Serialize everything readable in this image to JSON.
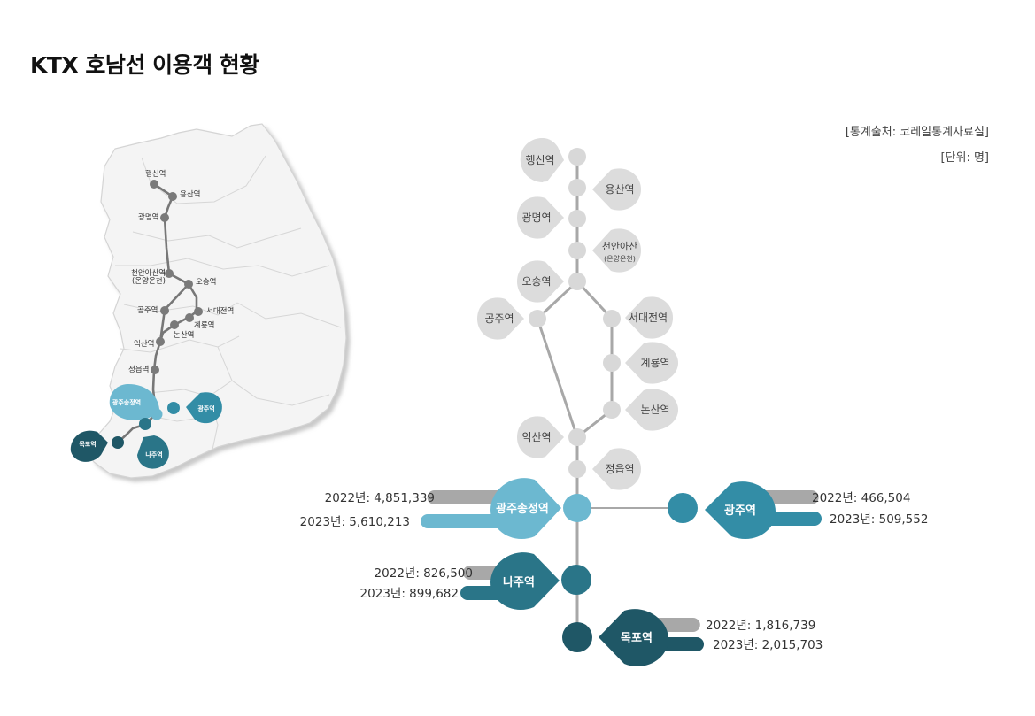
{
  "page": {
    "title": "KTX 호남선 이용객 현황",
    "source": "[통계출처: 코레일통계자료실]",
    "unit": "[단위: 명]"
  },
  "colors": {
    "gray": "#a8a8a8",
    "light_blue": "#6cb8d0",
    "teal": "#338da6",
    "dark_teal": "#2a7588",
    "navy": "#1f5766",
    "station_gray": "#d8d8d8",
    "map_route": "#777777"
  },
  "map": {
    "labels": {
      "haengsin": "행신역",
      "yongsan": "용산역",
      "gwangmyeong": "광명역",
      "cheonan": "천안아산역",
      "cheonan_sub": "(온양온천)",
      "osong": "오송역",
      "gongju": "공주역",
      "seodaejeon": "서대전역",
      "gyeryong": "계룡역",
      "nonsan": "논산역",
      "iksan": "익산역",
      "jeongeup": "정읍역",
      "gwangjusongjeong": "광주송정역",
      "gwangju": "광주역",
      "naju": "나주역",
      "mokpo": "목포역"
    }
  },
  "route": {
    "stations": {
      "haengsin": "행신역",
      "yongsan": "용산역",
      "gwangmyeong": "광명역",
      "cheonan": "천안아산",
      "cheonan_sub": "(온양온천)",
      "osong": "오송역",
      "gongju": "공주역",
      "seodaejeon": "서대전역",
      "gyeryong": "계룡역",
      "nonsan": "논산역",
      "iksan": "익산역",
      "jeongeup": "정읍역"
    }
  },
  "chart_data": {
    "type": "bar",
    "categories": [
      "광주송정역",
      "광주역",
      "나주역",
      "목포역"
    ],
    "series": [
      {
        "name": "2022년",
        "values": [
          4851339,
          466504,
          826500,
          1816739
        ]
      },
      {
        "name": "2023년",
        "values": [
          5610213,
          509552,
          899682,
          2015703
        ]
      }
    ],
    "value_labels": {
      "gwangjusongjeong": {
        "y2022": "2022년: 4,851,339",
        "y2023": "2023년: 5,610,213"
      },
      "gwangju": {
        "y2022": "2022년: 466,504",
        "y2023": "2023년: 509,552"
      },
      "naju": {
        "y2022": "2022년: 826,500",
        "y2023": "2023년: 899,682"
      },
      "mokpo": {
        "y2022": "2022년: 1,816,739",
        "y2023": "2023년: 2,015,703"
      }
    }
  }
}
